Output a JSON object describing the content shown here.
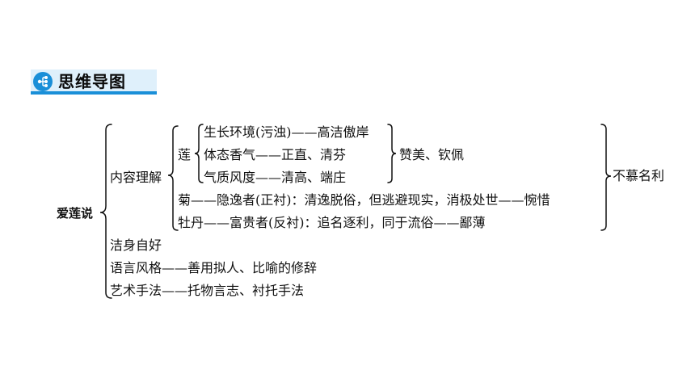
{
  "header": {
    "title": "思维导图"
  },
  "diagram": {
    "root": "爱莲说",
    "content": {
      "label": "内容理解",
      "lotus": {
        "label": "莲",
        "items": [
          "生长环境(污浊)——高洁傲岸",
          "体态香气——正直、清芬",
          "气质风度——清高、端庄"
        ],
        "summary": "赞美、钦佩"
      },
      "chrysanthemum": "菊——隐逸者(正衬)：清逸脱俗，但逃避现实，消极处世——惋惜",
      "peony": "牡丹——富贵者(反衬)：追名逐利，同于流俗——鄙薄",
      "conclusion": "不慕名利"
    },
    "theme": "洁身自好",
    "language": "语言风格——善用拟人、比喻的修辞",
    "technique": "艺术手法——托物言志、衬托手法"
  }
}
